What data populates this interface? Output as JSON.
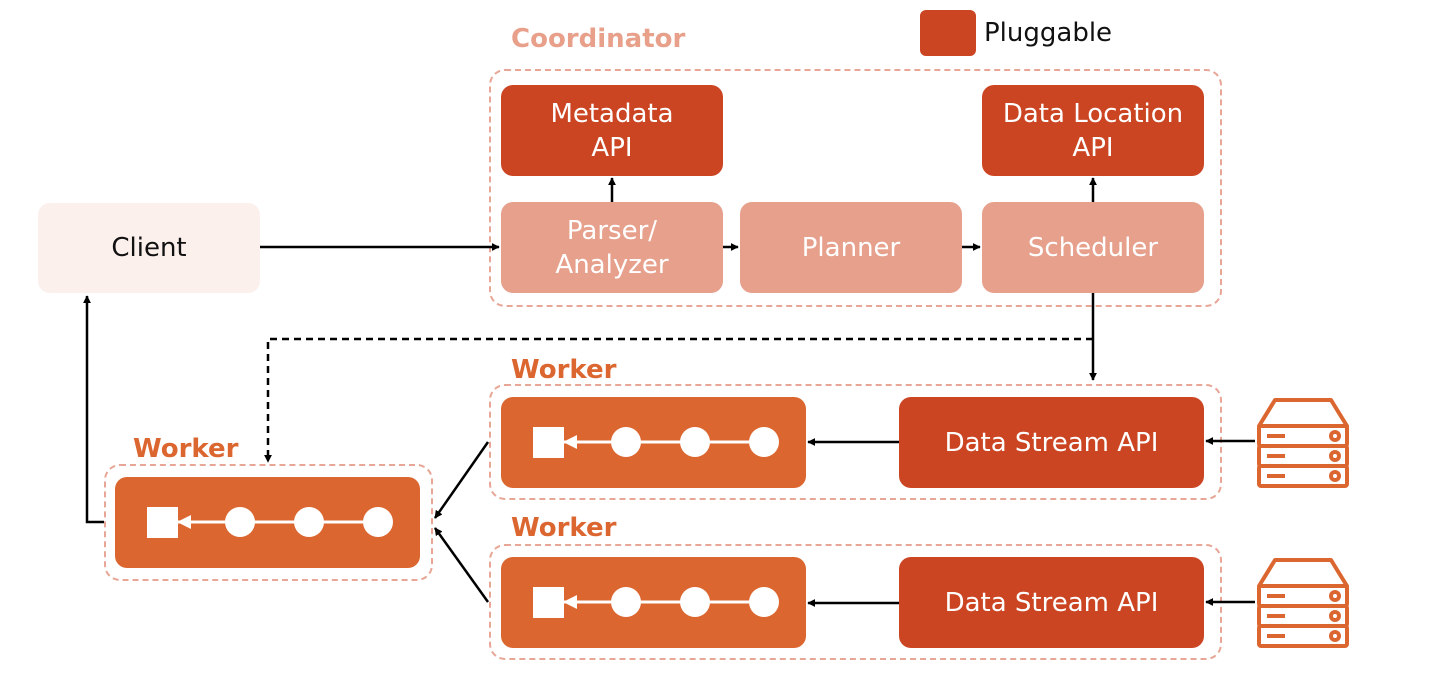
{
  "legend": {
    "label": "Pluggable",
    "color": "#cb4523"
  },
  "colors": {
    "pluggable": "#cb4523",
    "internal": "#e6a08c",
    "operator": "#dc6630",
    "client": "#fbf0ec",
    "group_border": "#e8a696",
    "coordinator_label": "#e8a08a",
    "worker_label": "#dc6630",
    "storage_icon": "#dc6630"
  },
  "client": {
    "label": "Client"
  },
  "coordinator": {
    "label": "Coordinator",
    "metadata_api": "Metadata\nAPI",
    "data_location_api": "Data Location\nAPI",
    "parser_analyzer": "Parser/\nAnalyzer",
    "planner": "Planner",
    "scheduler": "Scheduler"
  },
  "workers": {
    "top": {
      "label": "Worker",
      "data_stream_api": "Data Stream API"
    },
    "bottom": {
      "label": "Worker",
      "data_stream_api": "Data Stream API"
    },
    "left": {
      "label": "Worker"
    }
  },
  "icons": {
    "storage": "server-rack-icon",
    "pipeline": "operator-pipeline-icon"
  }
}
